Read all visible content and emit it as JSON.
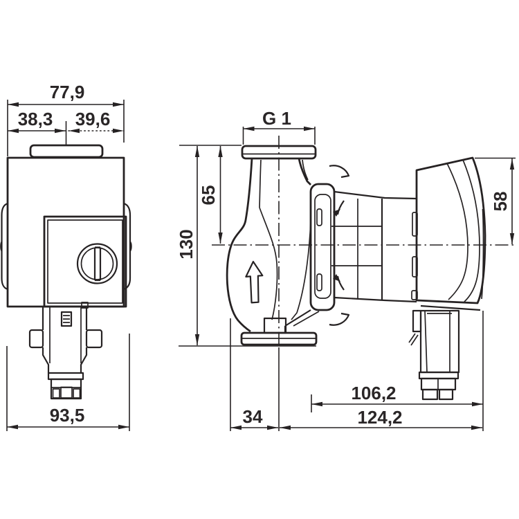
{
  "drawing": {
    "kind": "pump-dimensional-drawing",
    "front_view": {
      "width_total": "77,9",
      "width_left": "38,3",
      "width_right": "39,6",
      "width_bottom": "93,5"
    },
    "side_view": {
      "port_thread": "G 1",
      "axis_to_top": "65",
      "height_overall": "130",
      "module_height": "58",
      "axis_to_front": "34",
      "rear_to_module_face": "106,2",
      "depth_total": "124,2"
    },
    "style": {
      "line_color": "#262223",
      "background": "#ffffff"
    }
  }
}
